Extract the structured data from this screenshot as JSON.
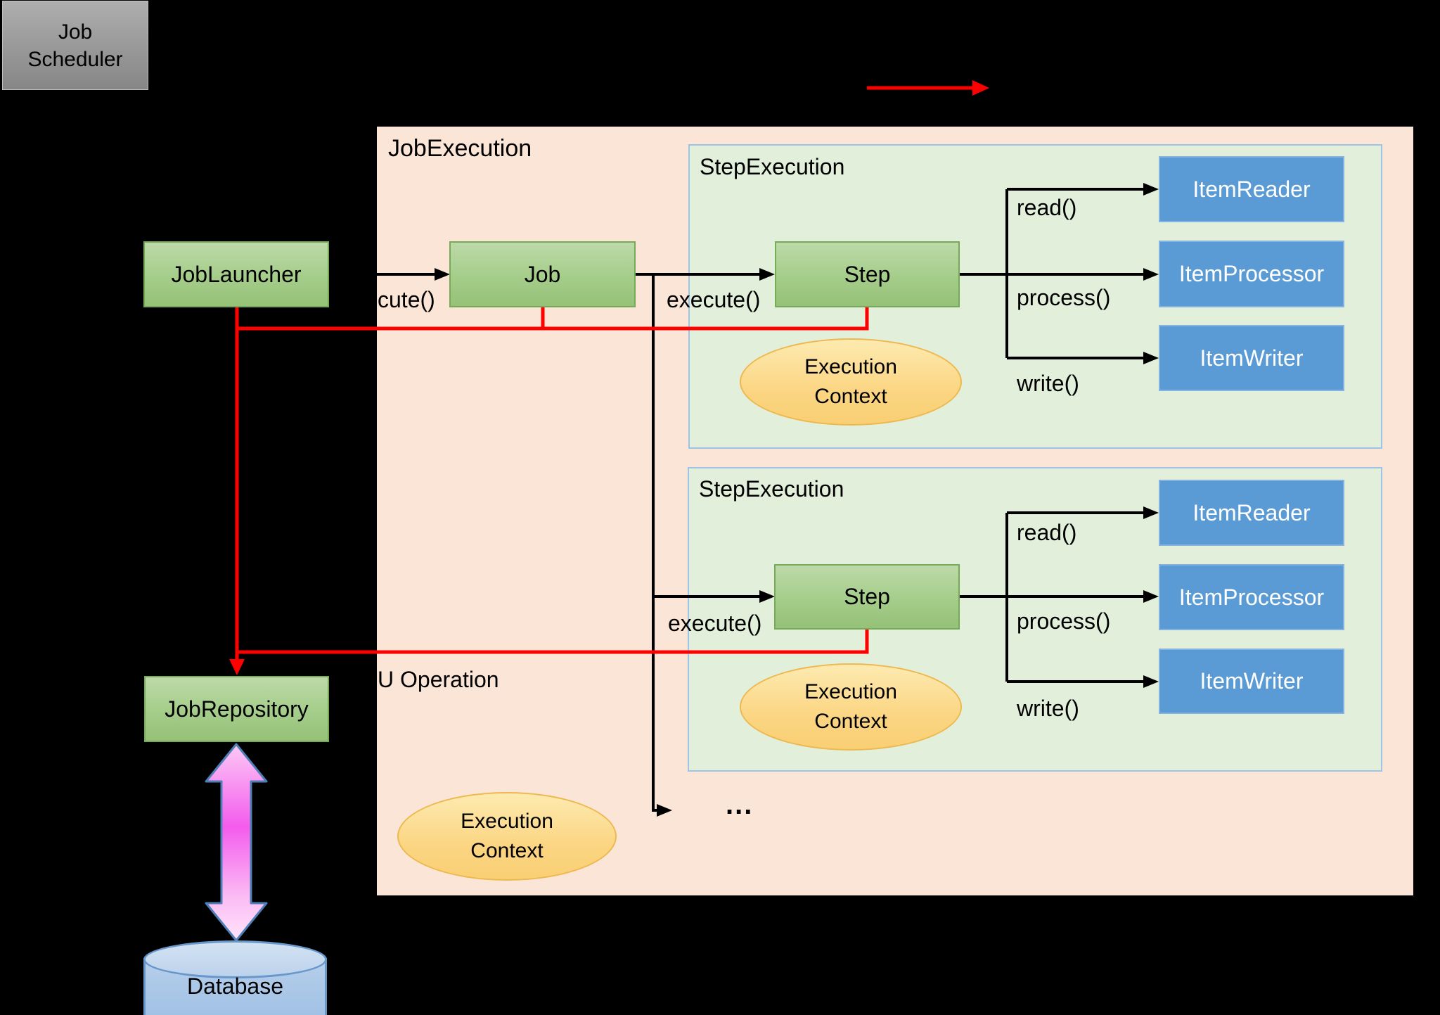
{
  "colors": {
    "background": "#000000",
    "job_execution_fill": "#fbe5d6",
    "step_panel_fill": "#e2efda",
    "step_panel_border": "#9dc3e6",
    "green_node_fill": "#a5cd8a",
    "green_node_border": "#76aa56",
    "blue_node_fill": "#5b9bd5",
    "context_ellipse_fill": "#fbd582",
    "context_ellipse_border": "#eeb84e",
    "scheduler_fill": "#9a9a9a",
    "database_fill": "#aec9e8",
    "database_border": "#6897ca",
    "arrow_black": "#000000",
    "arrow_red": "#ff0000",
    "repo_db_arrow_magenta": "#f45ced"
  },
  "job_scheduler": {
    "label": "Job Scheduler"
  },
  "job_launcher": {
    "label": "JobLauncher"
  },
  "job_repository": {
    "label": "JobRepository"
  },
  "database": {
    "label": "Database"
  },
  "job_execution": {
    "label": "JobExecution",
    "job_label": "Job",
    "execute_clipped_label": "cute()",
    "operation_label": "U Operation",
    "ellipsis": "...",
    "execution_context": {
      "line1": "Execution",
      "line2": "Context"
    },
    "steps": [
      {
        "panel_label": "StepExecution",
        "step_label": "Step",
        "execute_label": "execute()",
        "read_label": "read()",
        "process_label": "process()",
        "write_label": "write()",
        "item_reader_label": "ItemReader",
        "item_processor_label": "ItemProcessor",
        "item_writer_label": "ItemWriter",
        "execution_context": {
          "line1": "Execution",
          "line2": "Context"
        }
      },
      {
        "panel_label": "StepExecution",
        "step_label": "Step",
        "execute_label": "execute()",
        "read_label": "read()",
        "process_label": "process()",
        "write_label": "write()",
        "item_reader_label": "ItemReader",
        "item_processor_label": "ItemProcessor",
        "item_writer_label": "ItemWriter",
        "execution_context": {
          "line1": "Execution",
          "line2": "Context"
        }
      }
    ]
  }
}
